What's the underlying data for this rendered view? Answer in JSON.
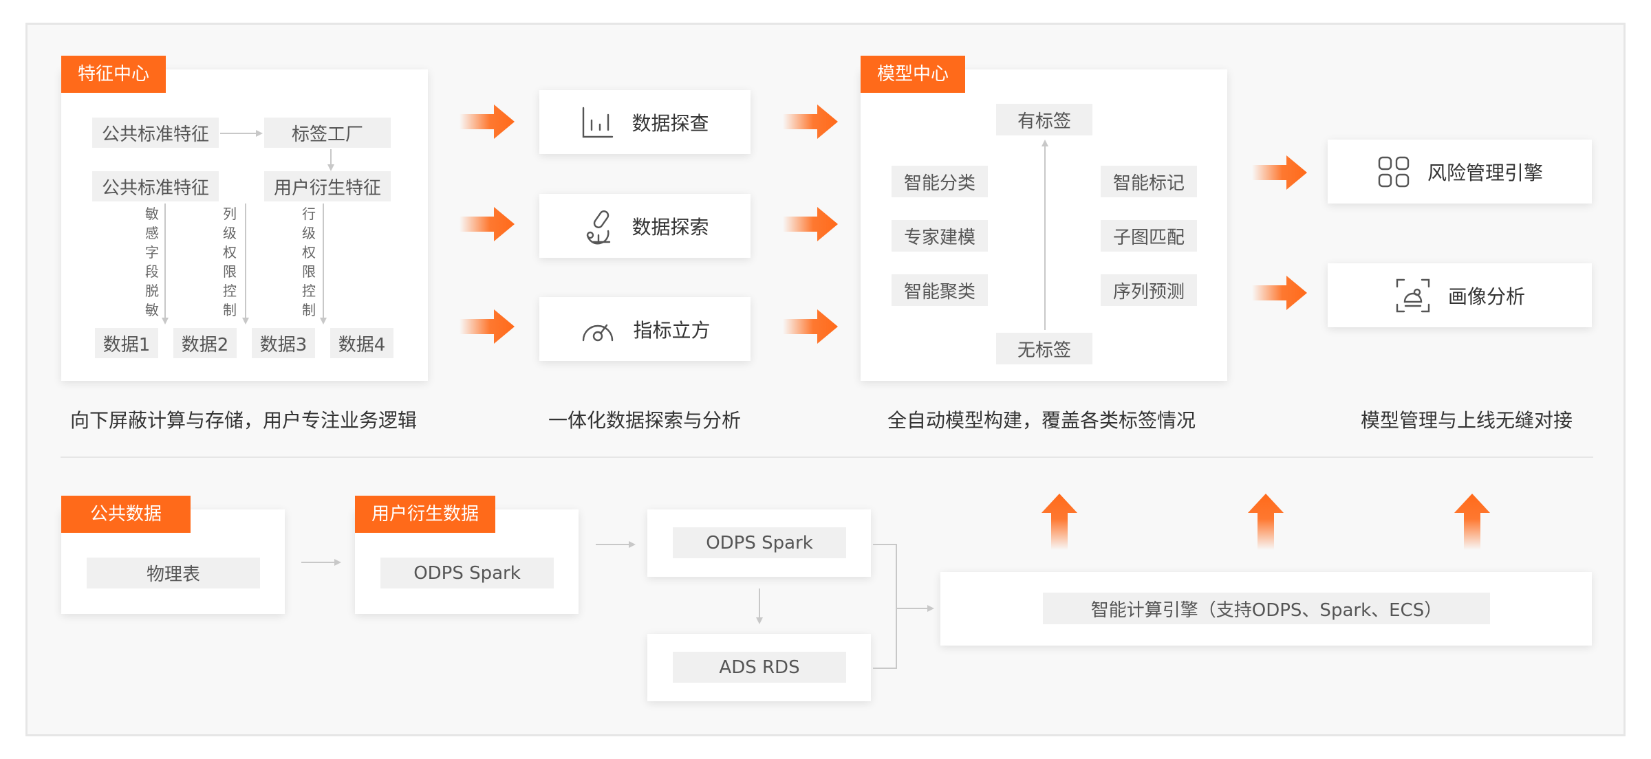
{
  "feature_center": {
    "tag": "特征中心",
    "public_feature_1": "公共标准特征",
    "tag_factory": "标签工厂",
    "public_feature_2": "公共标准特征",
    "user_derived": "用户衍生特征",
    "v1": "敏感字段脱敏",
    "v2": "列级权限控制",
    "v3": "行级权限控制",
    "data": [
      "数据1",
      "数据2",
      "数据3",
      "数据4"
    ],
    "caption": "向下屏蔽计算与存储，用户专注业务逻辑"
  },
  "explore": {
    "items": [
      "数据探查",
      "数据探索",
      "指标立方"
    ],
    "caption": "一体化数据探索与分析"
  },
  "model_center": {
    "tag": "模型中心",
    "labeled": "有标签",
    "unlabeled": "无标签",
    "left": [
      "智能分类",
      "专家建模",
      "智能聚类"
    ],
    "right": [
      "智能标记",
      "子图匹配",
      "序列预测"
    ],
    "caption": "全自动模型构建，覆盖各类标签情况"
  },
  "outputs": {
    "risk_engine": "风险管理引擎",
    "portrait": "画像分析",
    "caption": "模型管理与上线无缝对接"
  },
  "bottom": {
    "public_data_tag": "公共数据",
    "physical_table": "物理表",
    "user_derived_tag": "用户衍生数据",
    "odps_spark_1": "ODPS Spark",
    "odps_spark_2": "ODPS Spark",
    "ads_rds": "ADS RDS",
    "engine": "智能计算引擎（支持ODPS、Spark、ECS）"
  },
  "colors": {
    "accent": "#ff6a1a",
    "box_bg": "#f0f0f0",
    "frame_bg": "#f8f8f8"
  },
  "icons": [
    "bar-chart-icon",
    "microscope-icon",
    "gauge-icon",
    "grid-icon",
    "portrait-scan-icon"
  ]
}
